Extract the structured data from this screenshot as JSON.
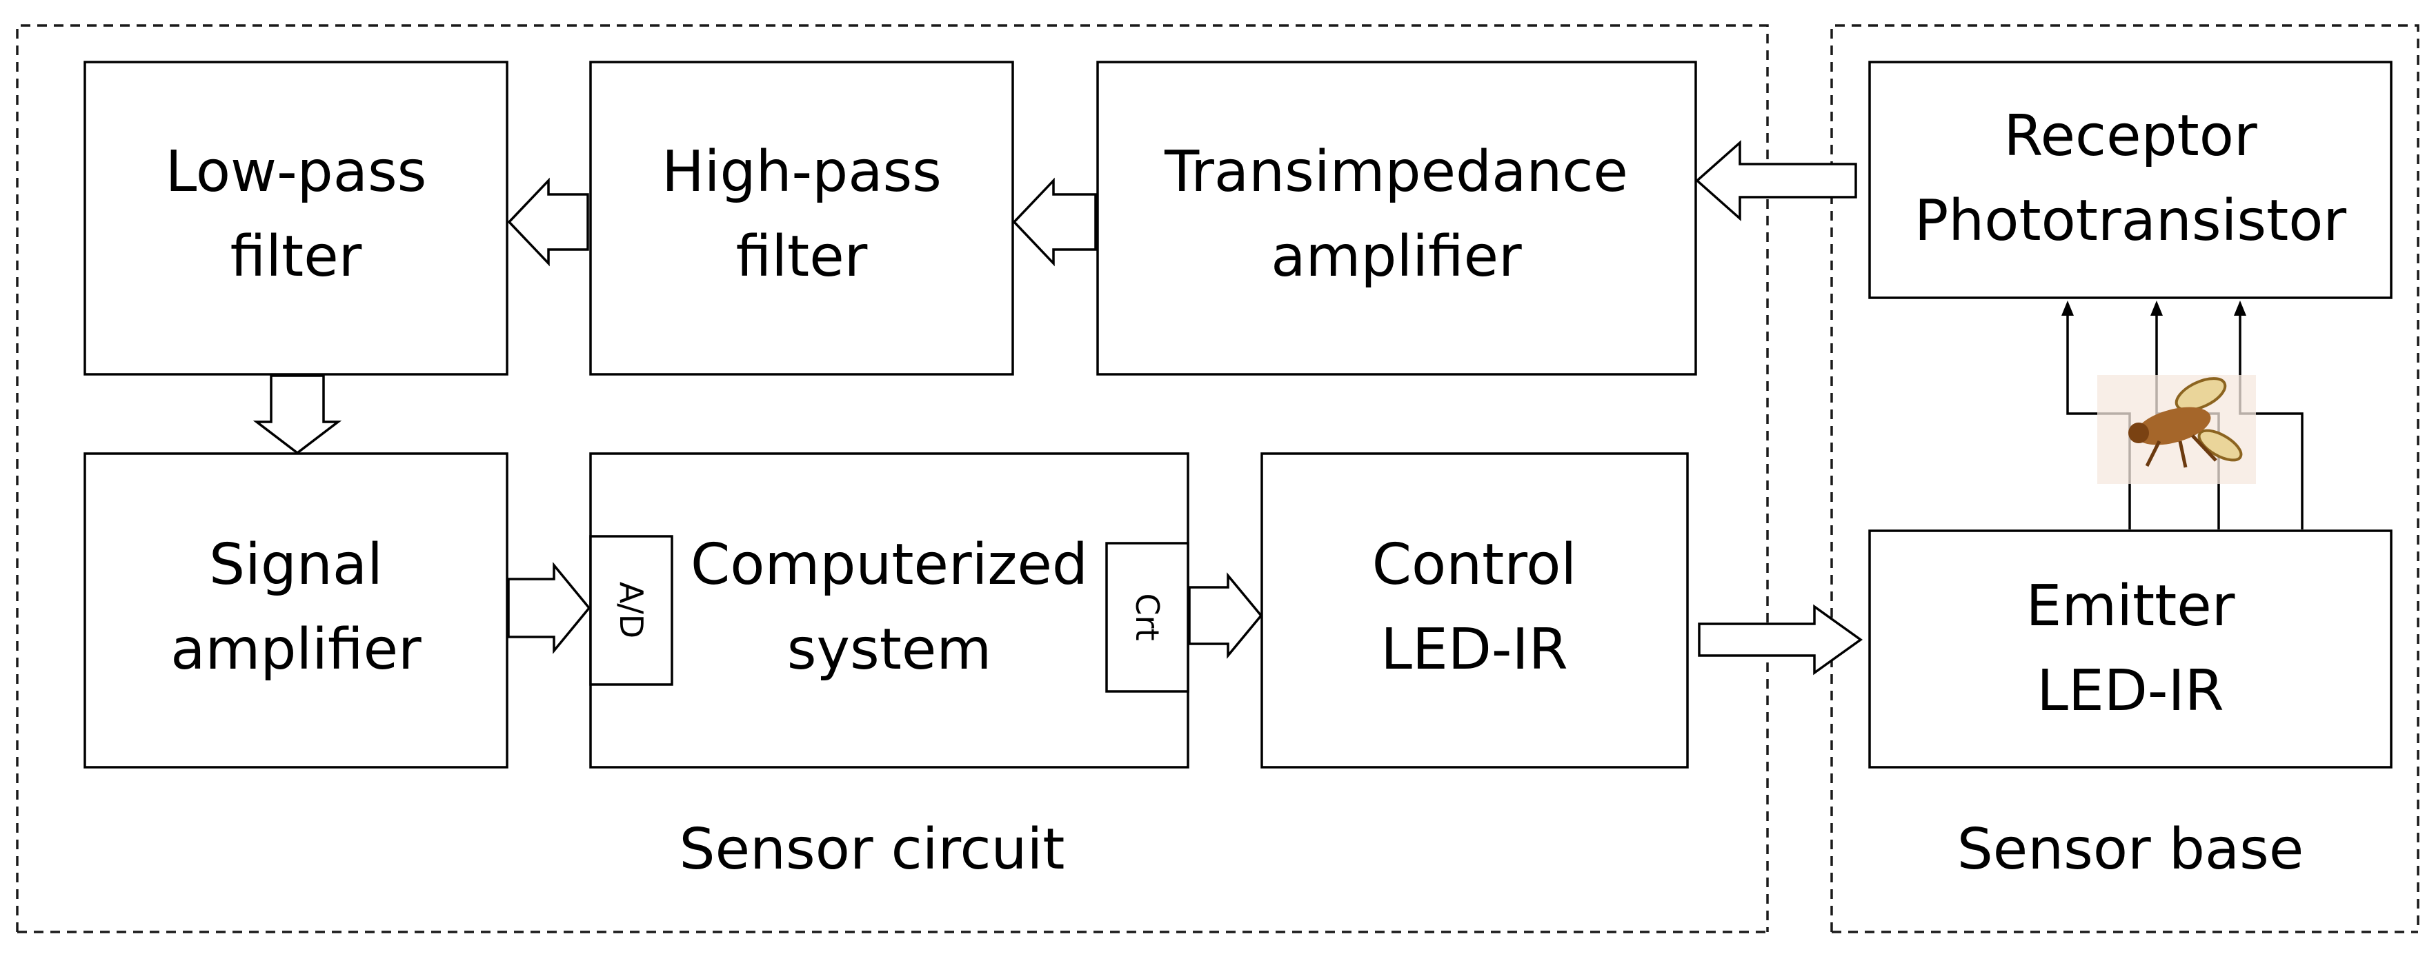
{
  "diagram": {
    "regions": {
      "sensor_circuit": "Sensor circuit",
      "sensor_base": "Sensor base"
    },
    "blocks": {
      "low_pass": [
        "Low-pass",
        "filter"
      ],
      "high_pass": [
        "High-pass",
        "filter"
      ],
      "transimpedance": [
        "Transimpedance",
        "amplifier"
      ],
      "receptor": [
        "Receptor",
        "Phototransistor"
      ],
      "signal_amp": [
        "Signal",
        "amplifier"
      ],
      "computerized": [
        "Computerized",
        "system"
      ],
      "control": [
        "Control",
        "LED-IR"
      ],
      "emitter": [
        "Emitter",
        "LED-IR"
      ]
    },
    "ports": {
      "ad": "A/D",
      "crt": "Crt"
    },
    "colors": {
      "line": "#000000",
      "background": "#ffffff",
      "insect": "#a5662a"
    },
    "icons": {
      "insect": "insect-icon"
    }
  }
}
